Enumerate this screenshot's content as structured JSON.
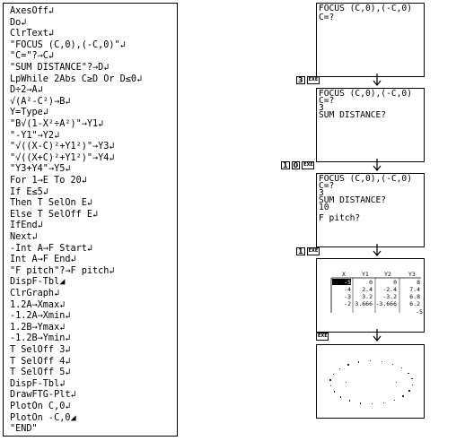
{
  "program_lines": [
    "AxesOff↲",
    "Do↲",
    "ClrText↲",
    "\"FOCUS (C,0),(-C,0)\"↲",
    "\"C=\"?→C↲",
    "\"SUM DISTANCE\"?→D↲",
    "LpWhile 2Abs C≥D Or D≤0↲",
    "D÷2→A↲",
    "√(A²-C²)→B↲",
    "Y=Type↲",
    "\"B√(1-X²÷A²)\"→Y1↲",
    "\"-Y1\"→Y2↲",
    "\"√((X-C)²+Y1²)\"→Y3↲",
    "\"√((X+C)²+Y1²)\"→Y4↲",
    "\"Y3+Y4\"→Y5↲",
    "For 1→E To 20↲",
    "If E≤5↲",
    "Then T SelOn E↲",
    "Else T SelOff E↲",
    "IfEnd↲",
    "Next↲",
    "-Int A→F Start↲",
    "Int A→F End↲",
    "\"F pitch\"?→F pitch↲",
    "DispF-Tbl◢",
    "ClrGraph↲",
    "1.2A→Xmax↲",
    "-1.2A→Xmin↲",
    "1.2B→Ymax↲",
    "-1.2B→Ymin↲",
    "T SelOff 3↲",
    "T SelOff 4↲",
    "T SelOff 5↲",
    "DispF-Tbl↲",
    "DrawFTG-Plt↲",
    "PlotOn C,0↲",
    "PlotOn -C,0◢",
    "\"END\""
  ],
  "screens": {
    "s1": [
      "FOCUS (C,0),(-C,0)",
      "C=?"
    ],
    "s2": [
      "FOCUS (C,0),(-C,0)",
      "C=?",
      "3",
      "SUM DISTANCE?"
    ],
    "s3": [
      "FOCUS (C,0),(-C,0)",
      "C=?",
      "3",
      "SUM DISTANCE?",
      "10",
      "F pitch?"
    ]
  },
  "keys": {
    "k1": [
      "3",
      "EXE"
    ],
    "k2": [
      "1",
      "0",
      "EXE"
    ],
    "k3": [
      "1",
      "EXE"
    ],
    "k4": [
      "EXE"
    ]
  },
  "table": {
    "headers": [
      "X",
      "Y1",
      "Y2",
      "Y3"
    ],
    "rows": [
      [
        "-5",
        "0",
        "0",
        "8"
      ],
      [
        "-4",
        "2.4",
        "-2.4",
        "7.4"
      ],
      [
        "-3",
        "3.2",
        "-3.2",
        "6.8"
      ],
      [
        "-2",
        "3.666",
        "-3.666",
        "6.2"
      ]
    ],
    "cursor_value": "-5"
  }
}
